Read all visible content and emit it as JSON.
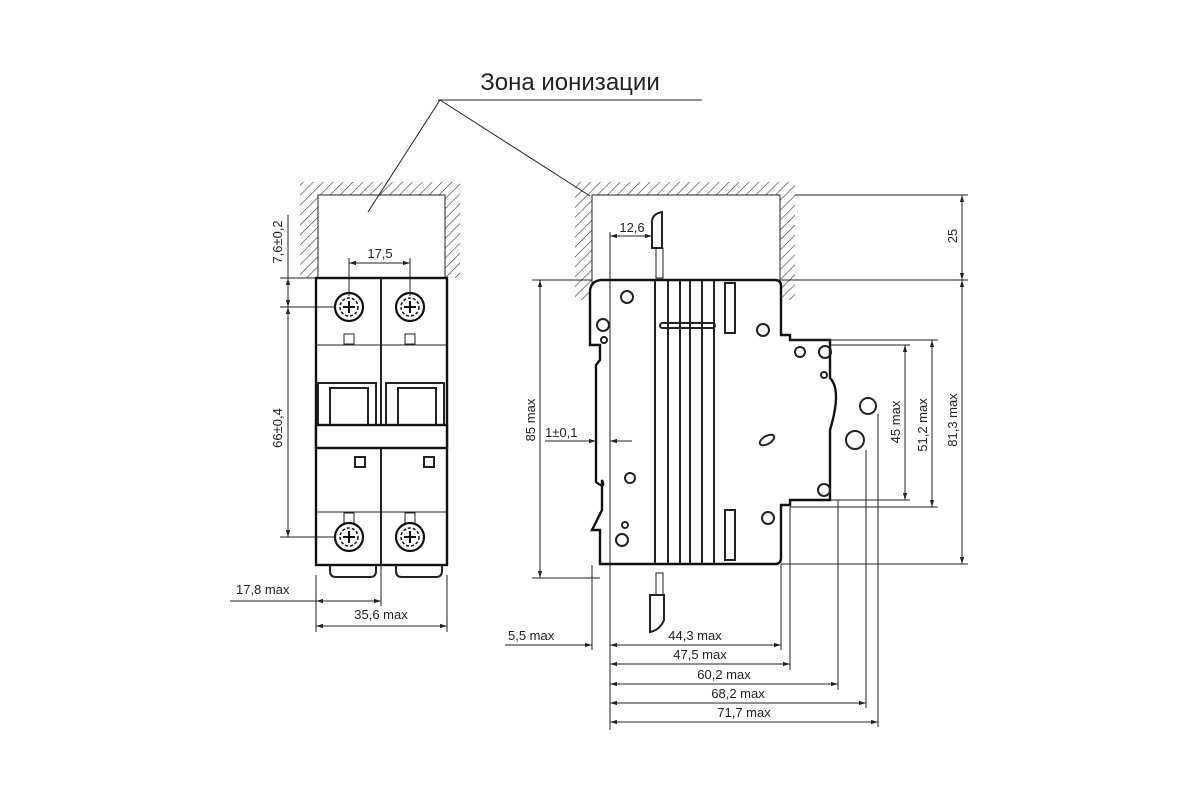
{
  "title": "Зона ионизации",
  "front_view": {
    "dim_pitch": "17,5",
    "dim_top_clearance": "7,6±0,2",
    "dim_terminal_spacing": "66±0,4",
    "dim_pole_width": "17,8 max",
    "dim_total_width": "35,6 max"
  },
  "side_view": {
    "dim_wire_offset": "12,6",
    "dim_zone_height": "25",
    "dim_rail_gap": "1±0,1",
    "dim_height": "85 max",
    "dim_face_height_1": "45 max",
    "dim_face_height_2": "51,2 max",
    "dim_body_height": "81,3 max",
    "dim_rail_offset": "5,5 max",
    "depths": [
      "44,3 max",
      "47,5 max",
      "60,2 max",
      "68,2 max",
      "71,7 max"
    ]
  },
  "colors": {
    "line": "#222222",
    "background": "#ffffff"
  }
}
